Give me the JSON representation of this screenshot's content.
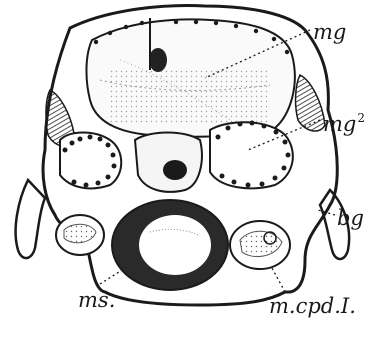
{
  "figure": {
    "labels": {
      "mg": "mg",
      "mg2_base": "mg",
      "mg2_sup": "2",
      "bg": "bg",
      "ms": "ms.",
      "mcpd": "m.cpd.I."
    },
    "colors": {
      "ink": "#1a1a1a",
      "paper": "#ffffff",
      "shade": "#555555"
    }
  }
}
